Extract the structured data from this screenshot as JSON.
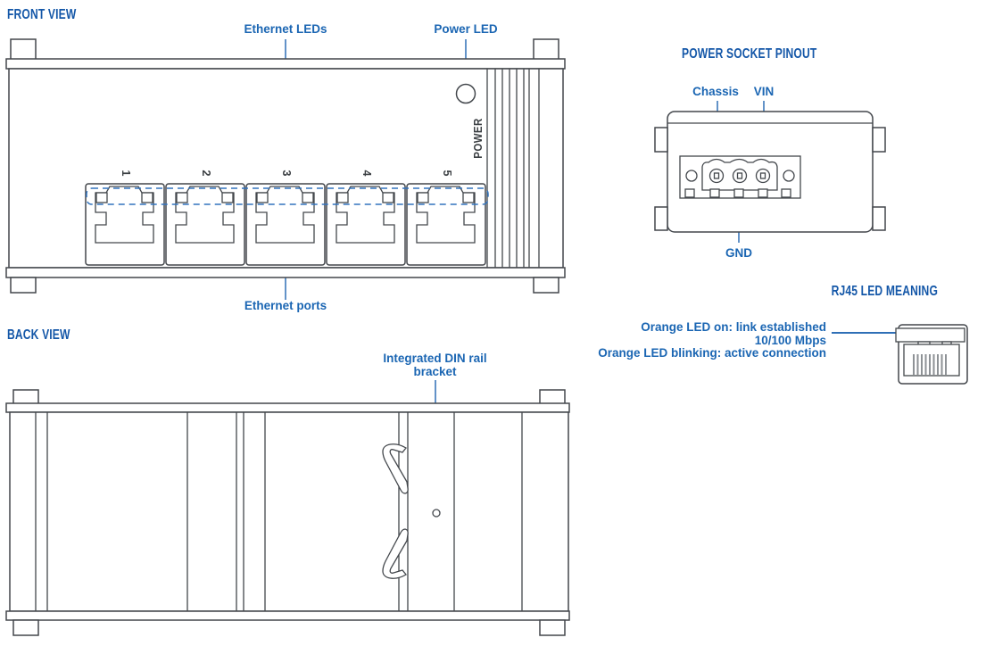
{
  "colors": {
    "outline_dark": "#43474c",
    "title_blue": "#1457a8",
    "label_blue": "#1b66b3",
    "leader_blue": "#2f6fb6",
    "led_zone_dashed_blue": "#3273bd",
    "device_text_dark": "#3a3e42",
    "pin_gray": "#8e9296",
    "background": "#ffffff"
  },
  "front_view": {
    "title": "FRONT VIEW",
    "ethernet_leds_label": "Ethernet LEDs",
    "power_led_label": "Power LED",
    "ethernet_ports_label": "Ethernet ports",
    "power_text": "POWER",
    "port_numbers": [
      "1",
      "2",
      "3",
      "4",
      "5"
    ]
  },
  "back_view": {
    "title": "BACK VIEW",
    "din_bracket_label": "Integrated DIN rail bracket"
  },
  "power_socket": {
    "title": "POWER SOCKET PINOUT",
    "chassis_label": "Chassis",
    "vin_label": "VIN",
    "gnd_label": "GND"
  },
  "rj45_led": {
    "title": "RJ45 LED MEANING",
    "lines": [
      "Orange LED on: link established",
      "10/100 Mbps",
      "Orange LED blinking: active connection"
    ]
  }
}
